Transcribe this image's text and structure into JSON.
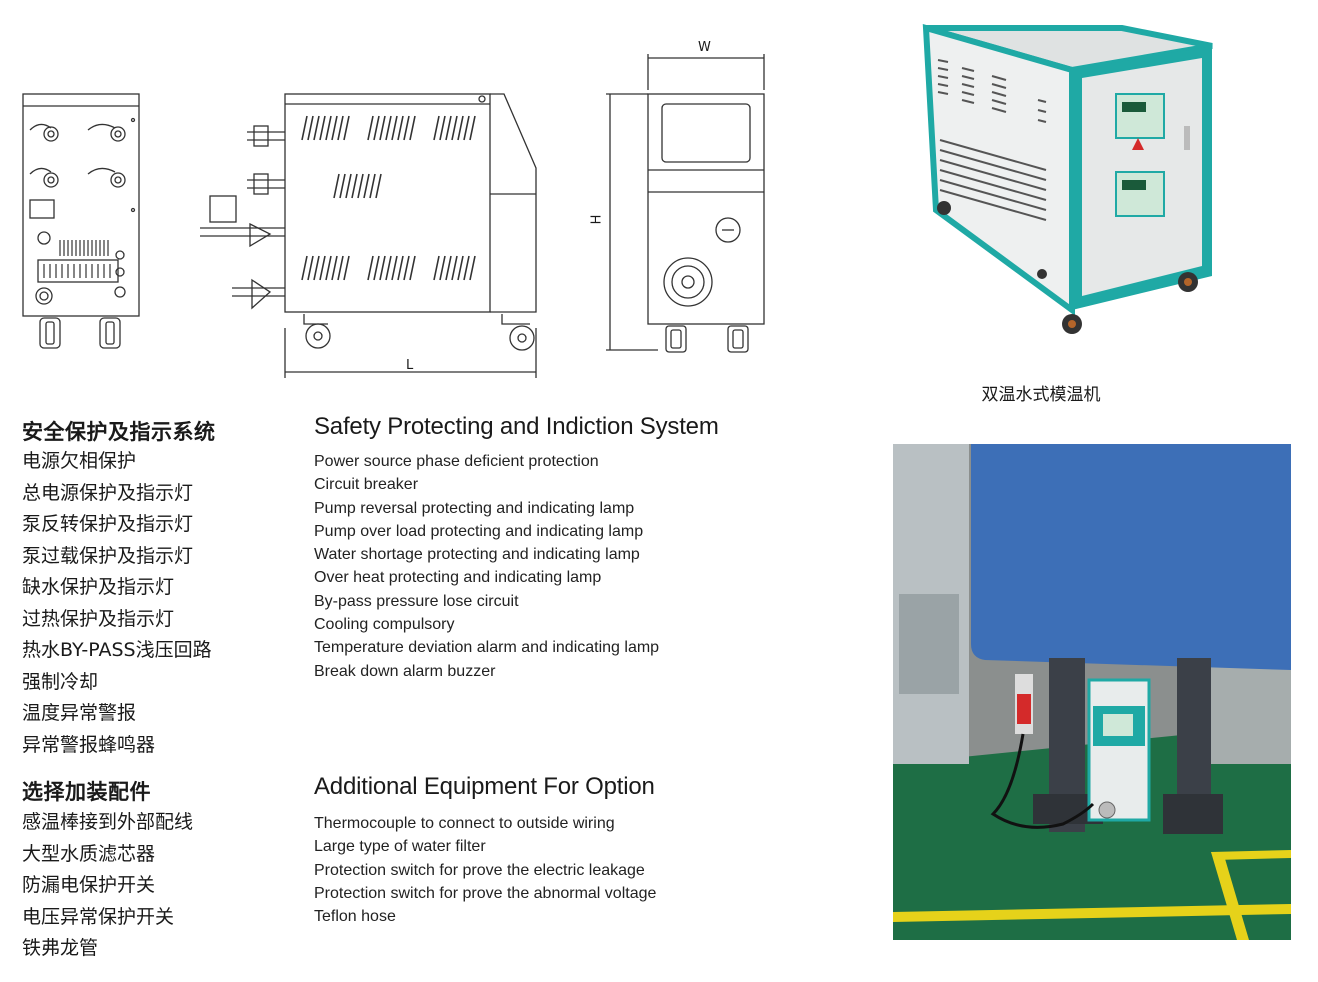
{
  "drawings": {
    "side_dimension_label": "L",
    "front_width_label": "W",
    "front_height_label": "H"
  },
  "product_photo": {
    "caption": "双温水式模温机",
    "body_color": "#1fa9a5",
    "panel_color": "#e6e8e8"
  },
  "install_photo": {
    "floor_color": "#1e6e45",
    "line_color": "#e6d21a",
    "cover_color": "#3d6fb7"
  },
  "safety_section": {
    "title_cn": "安全保护及指示系统",
    "items_cn": [
      "电源欠相保护",
      "总电源保护及指示灯",
      "泵反转保护及指示灯",
      "泵过载保护及指示灯",
      "缺水保护及指示灯",
      "过热保护及指示灯",
      "热水BY-PASS浅压回路",
      "强制冷却",
      "温度异常警报",
      "异常警报蜂鸣器"
    ],
    "title_en": "Safety Protecting and Indiction System",
    "items_en": [
      "Power source phase deficient protection",
      "Circuit breaker",
      "Pump reversal protecting and indicating lamp",
      "Pump over load protecting and indicating lamp",
      "Water shortage protecting and indicating lamp",
      "Over heat protecting and indicating lamp",
      "By-pass pressure lose circuit",
      "Cooling compulsory",
      "Temperature deviation alarm and indicating lamp",
      "Break down alarm buzzer"
    ]
  },
  "option_section": {
    "title_cn": "选择加装配件",
    "items_cn": [
      "感温棒接到外部配线",
      "大型水质滤芯器",
      "防漏电保护开关",
      "电压异常保护开关",
      "铁弗龙管"
    ],
    "title_en": "Additional Equipment For Option",
    "items_en": [
      "Thermocouple to connect to outside wiring",
      "Large type of water filter",
      "Protection switch for prove the electric leakage",
      "Protection switch for prove the abnormal voltage",
      "Teflon hose"
    ]
  }
}
